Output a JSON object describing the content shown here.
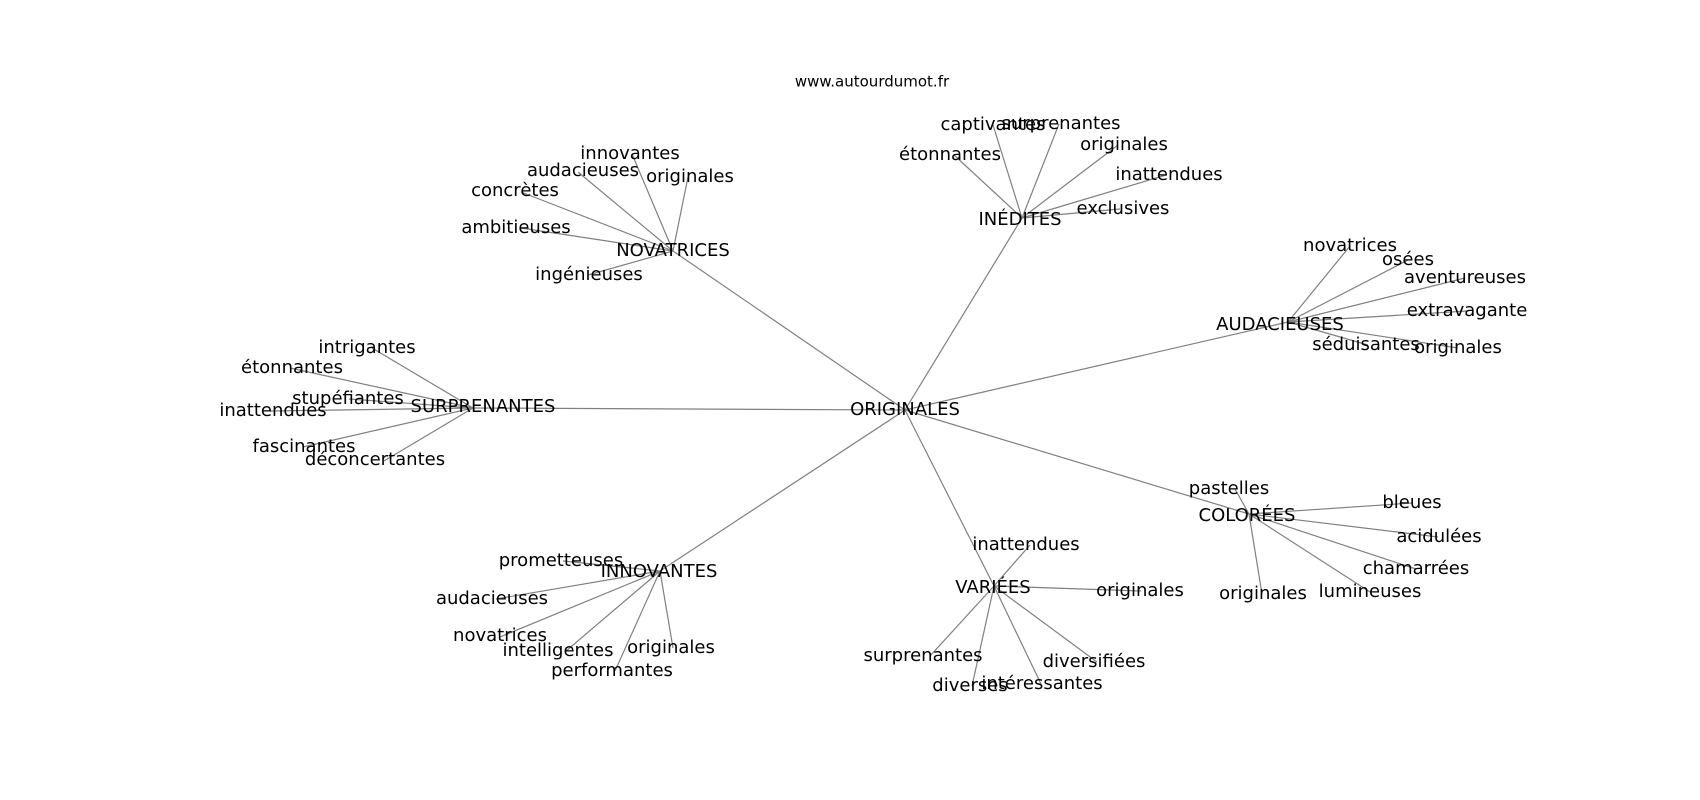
{
  "credit": "www.autourdumot.fr",
  "center": {
    "label": "ORIGINALES"
  },
  "groups": [
    {
      "hub": "NOVATRICES",
      "leaves": [
        "innovantes",
        "audacieuses",
        "originales",
        "concrètes",
        "ambitieuses",
        "ingénieuses"
      ]
    },
    {
      "hub": "INÉDITES",
      "leaves": [
        "captivantes",
        "surprenantes",
        "étonnantes",
        "originales",
        "inattendues",
        "exclusives"
      ]
    },
    {
      "hub": "AUDACIEUSES",
      "leaves": [
        "novatrices",
        "osées",
        "aventureuses",
        "extravagante",
        "séduisantes",
        "originales"
      ]
    },
    {
      "hub": "SURPRENANTES",
      "leaves": [
        "intrigantes",
        "étonnantes",
        "stupéfiantes",
        "inattendues",
        "fascinantes",
        "déconcertantes"
      ]
    },
    {
      "hub": "COLORÉES",
      "leaves": [
        "pastelles",
        "bleues",
        "acidulées",
        "chamarrées",
        "originales",
        "lumineuses"
      ]
    },
    {
      "hub": "INNOVANTES",
      "leaves": [
        "prometteuses",
        "audacieuses",
        "novatrices",
        "intelligentes",
        "originales",
        "performantes"
      ]
    },
    {
      "hub": "VARIÉES",
      "leaves": [
        "inattendues",
        "originales",
        "surprenantes",
        "diversifiées",
        "diverses",
        "intéressantes"
      ]
    }
  ]
}
